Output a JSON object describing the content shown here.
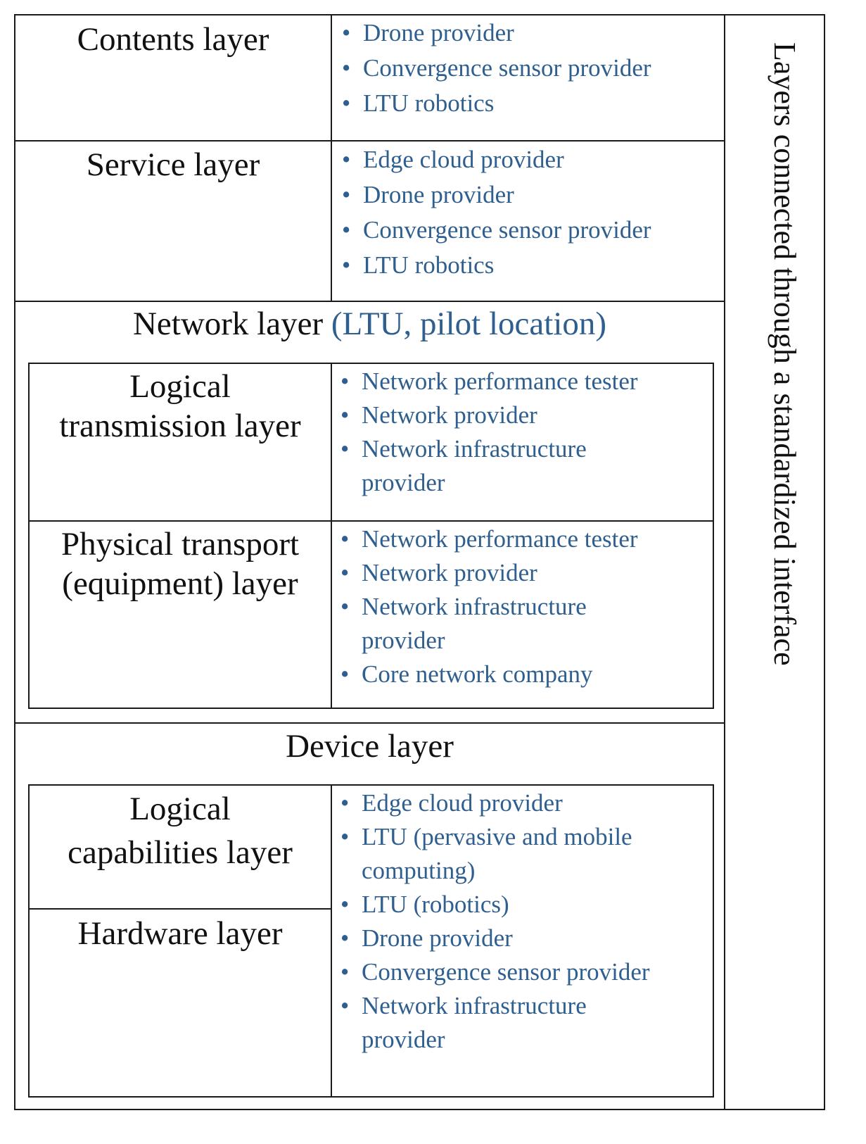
{
  "side_label": "Layers connected through a standardized interface",
  "contents": {
    "title": "Contents layer",
    "items": [
      "Drone provider",
      "Convergence sensor provider",
      "LTU robotics"
    ]
  },
  "service": {
    "title": "Service layer",
    "items": [
      "Edge cloud provider",
      "Drone provider",
      "Convergence sensor provider",
      "LTU robotics"
    ]
  },
  "network": {
    "title": "Network layer",
    "title_note": "(LTU, pilot location)",
    "logical": {
      "title_lines": [
        "Logical",
        "transmission layer"
      ],
      "items": [
        "Network performance tester",
        "Network provider",
        [
          "Network infrastructure",
          "provider"
        ]
      ]
    },
    "physical": {
      "title_lines": [
        "Physical transport",
        "(equipment) layer"
      ],
      "items": [
        "Network performance tester",
        "Network provider",
        [
          "Network infrastructure",
          "provider"
        ],
        "Core network company"
      ]
    }
  },
  "device": {
    "title": "Device layer",
    "logical_title_lines": [
      "Logical",
      "capabilities layer"
    ],
    "hardware_title": "Hardware layer",
    "items": [
      "Edge cloud provider",
      [
        "LTU (pervasive and mobile",
        "computing)"
      ],
      "LTU (robotics)",
      "Drone provider",
      "Convergence sensor provider",
      [
        "Network infrastructure",
        "provider"
      ]
    ]
  }
}
